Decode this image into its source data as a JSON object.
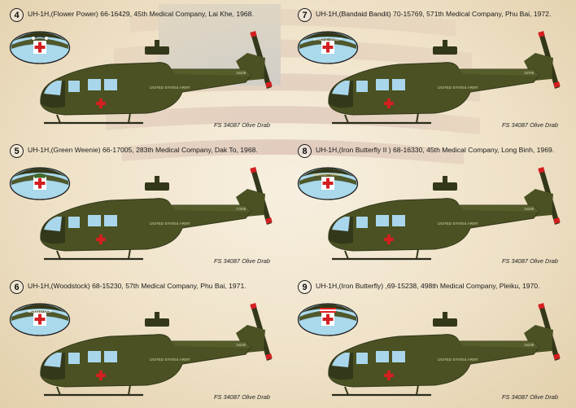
{
  "colors": {
    "olive": "#4b5123",
    "olive_dark": "#33381a",
    "olive_light": "#5d6530",
    "sky": "#a9d6ea",
    "cross": "#d41e20",
    "nose_bg": "#aad9ec",
    "flag_red": "#c9a79d",
    "flag_blue": "#8d9bb1"
  },
  "panels": [
    {
      "id": "4",
      "number": "4",
      "title": "UH-1H,(Flower Power)  66-16429, 45th Medical Company, Lai Khe, 1968.",
      "paint": "FS 34087 Olive Drab",
      "nose_art": "flower-power",
      "fuselage_text": "UNITED STATES ARMY",
      "tail_number": "16429"
    },
    {
      "id": "7",
      "number": "7",
      "title": "UH-1H,(Bandaid Bandit)  70-15769, 571th Medical Company, Phu Bai, 1972.",
      "paint": "FS 34087 Olive Drab",
      "nose_art": "bandaid-bandit",
      "nose_text": "BANDAID BANDIT",
      "fuselage_text": "UNITED STATES ARMY",
      "tail_number": "15769"
    },
    {
      "id": "5",
      "number": "5",
      "title": "UH-1H,(Green Weenie)  66-17005, 283th Medical Company, Dak To, 1968.",
      "paint": "FS 34087 Olive Drab",
      "nose_art": "green-weenie",
      "fuselage_text": "UNITED STATES ARMY",
      "tail_number": "17005"
    },
    {
      "id": "8",
      "number": "8",
      "title": "UH-1H,(Iron Butterfly II )  68-16330, 45th Medical Company, Long Binh, 1969.",
      "paint": "FS 34087 Olive Drab",
      "nose_art": "iron-butterfly-ii",
      "nose_text": "IRON BUTTERFLY",
      "fuselage_text": "UNITED STATES ARMY",
      "tail_number": "16330"
    },
    {
      "id": "6",
      "number": "6",
      "title": "UH-1H,(Woodstock)  68-15230, 57th Medical Company, Phu Bai, 1971.",
      "paint": "FS 34087 Olive Drab",
      "nose_art": "woodstock",
      "nose_text": "WOODSTOCK",
      "fuselage_text": "UNITED STATES ARMY",
      "tail_number": "15230"
    },
    {
      "id": "9",
      "number": "9",
      "title": "UH-1H,(Iron Butterfly) ,69-15238,  498th Medical Company, Pleiku, 1970.",
      "paint": "FS 34087 Olive Drab",
      "nose_art": "iron-butterfly",
      "fuselage_text": "UNITED STATES ARMY",
      "tail_number": "15238"
    }
  ]
}
